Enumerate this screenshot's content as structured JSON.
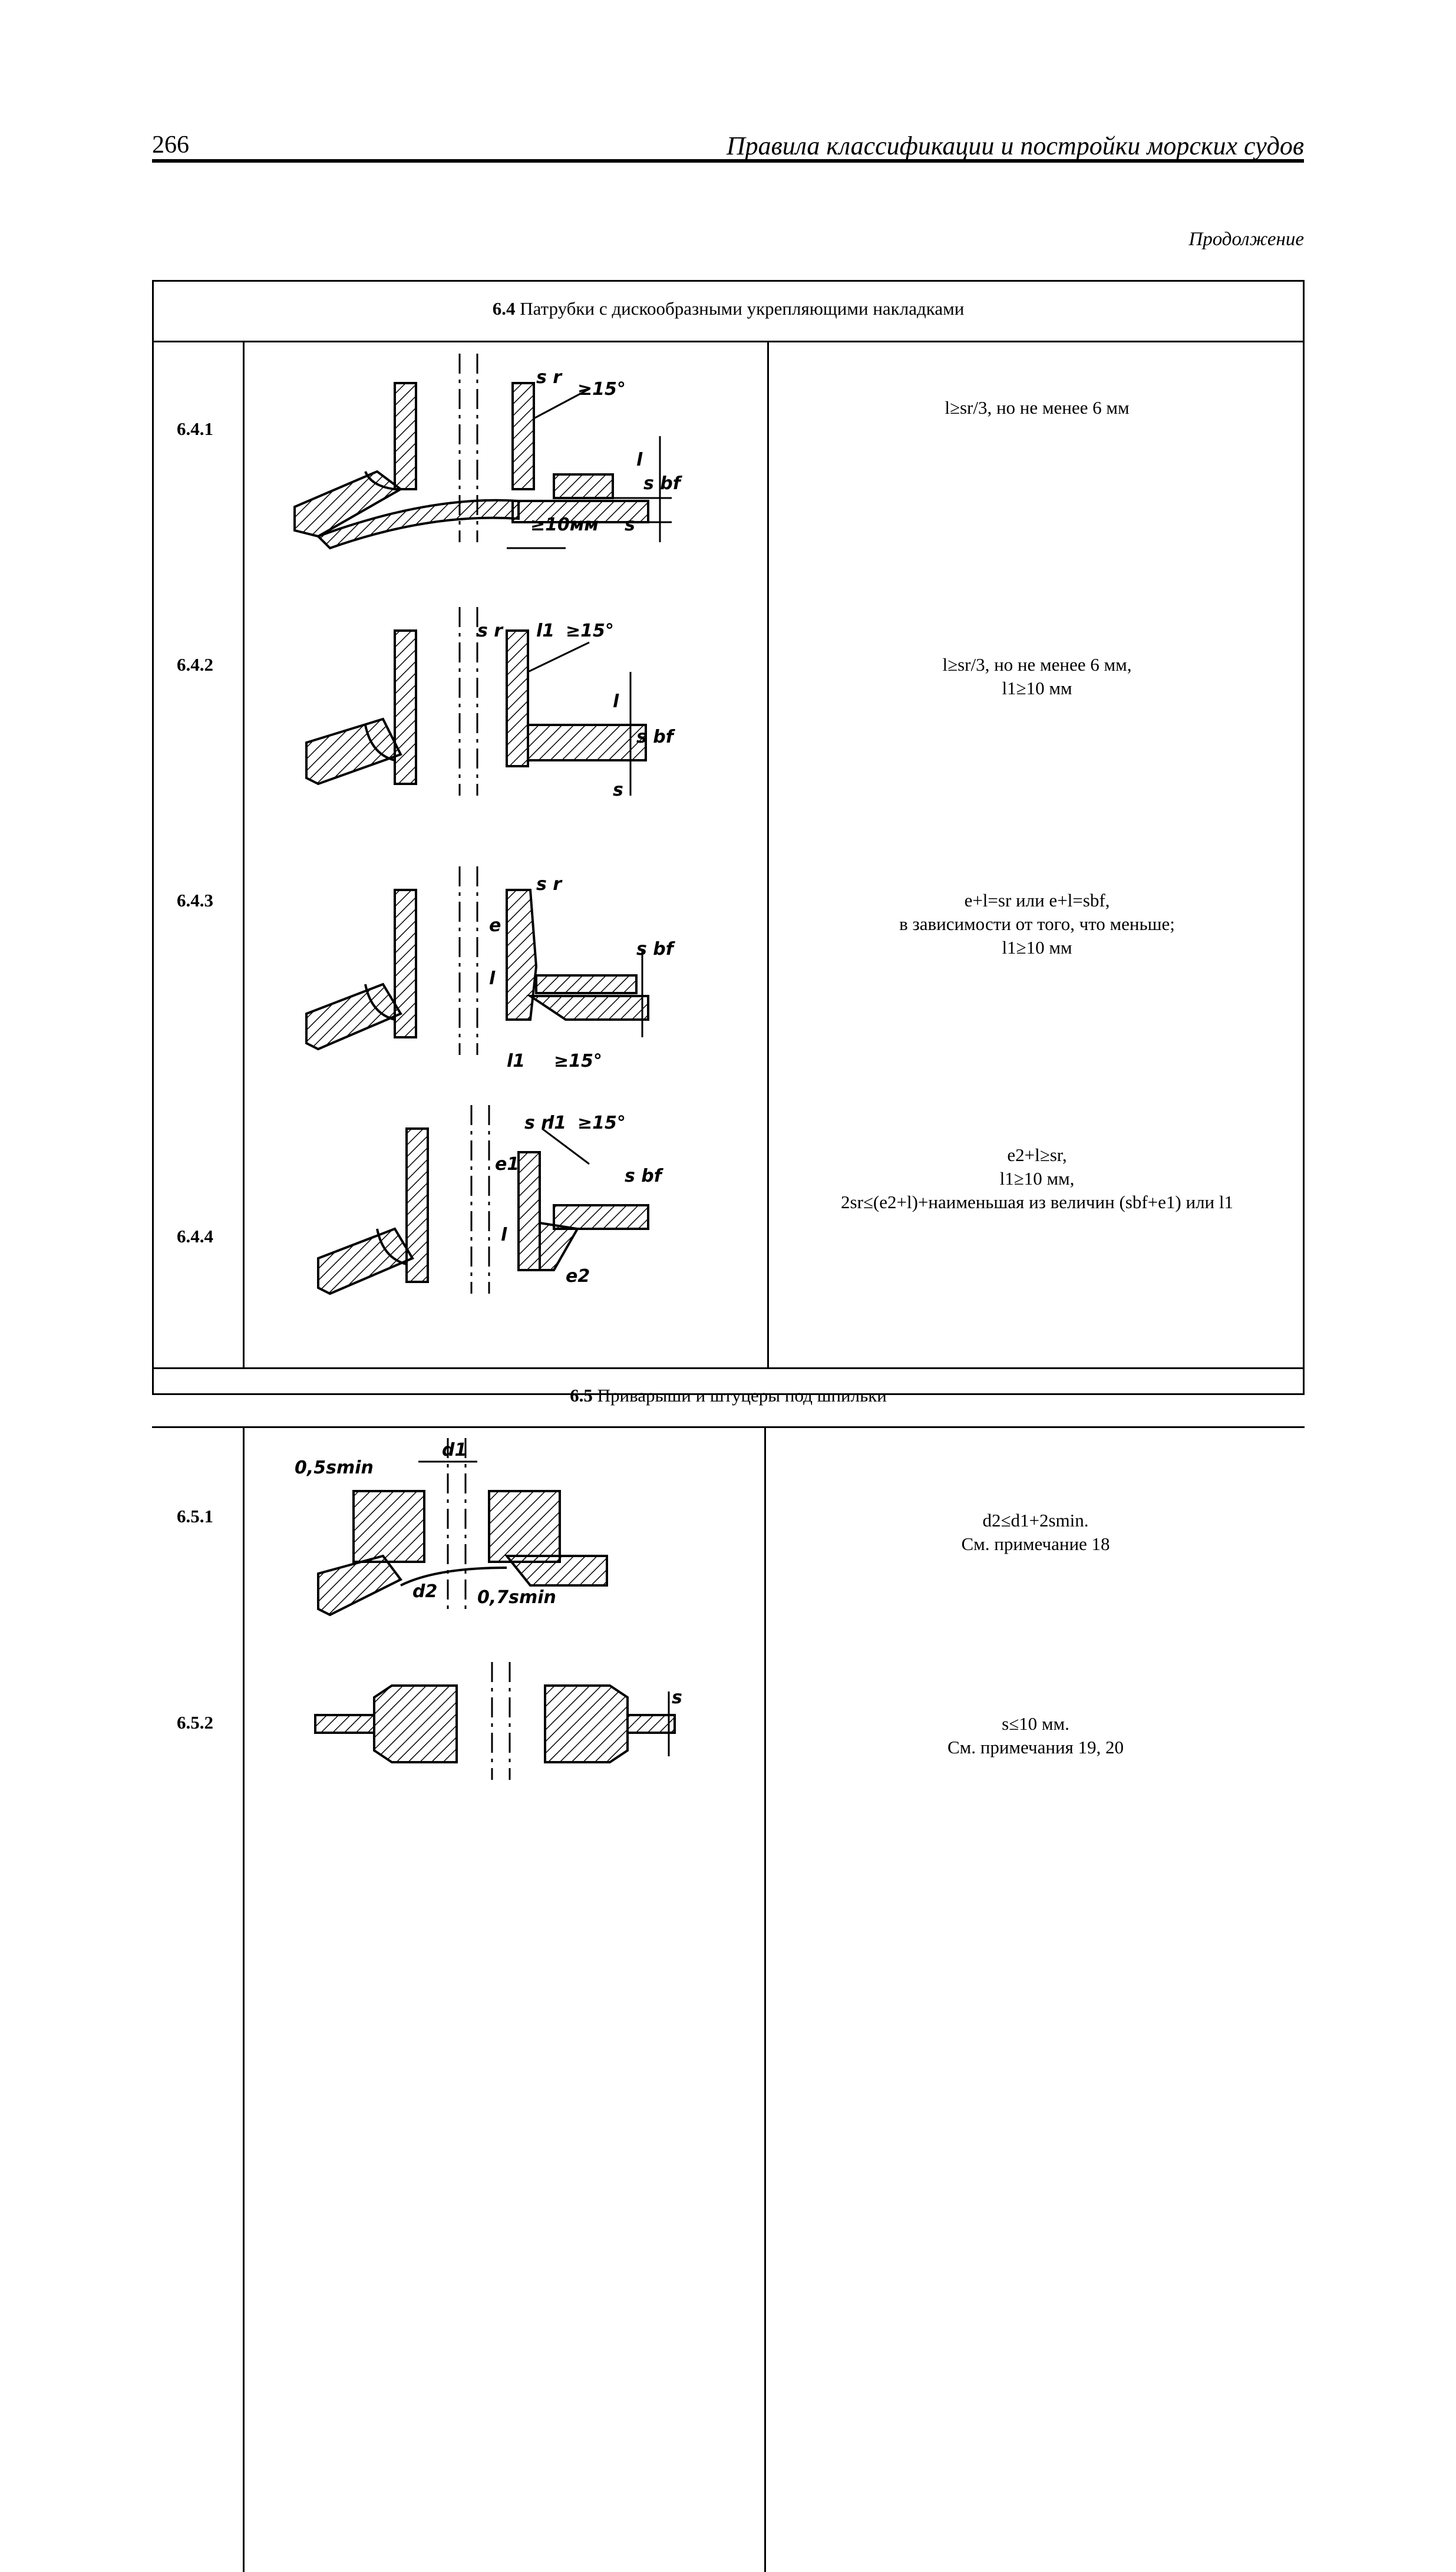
{
  "header": {
    "page_number": "266",
    "running_title": "Правила классификации и постройки морских судов",
    "continuation": "Продолжение"
  },
  "sections": [
    {
      "number": "6.4",
      "title": "Патрубки с дискообразными укрепляющими накладками",
      "rows": [
        {
          "id": "6.4.1",
          "figure_labels": [
            "s r",
            "≥15°",
            "l",
            "s bf",
            "≥10мм",
            "s"
          ],
          "requirements": [
            "l≥sr/3, но не менее 6 мм"
          ]
        },
        {
          "id": "6.4.2",
          "figure_labels": [
            "s r",
            "l1",
            "≥15°",
            "l",
            "s bf",
            "s"
          ],
          "requirements": [
            "l≥sr/3, но не менее 6 мм,",
            "l1≥10 мм"
          ]
        },
        {
          "id": "6.4.3",
          "figure_labels": [
            "s r",
            "e",
            "l",
            "s bf",
            "l1",
            "≥15°"
          ],
          "requirements": [
            "e+l=sr или e+l=sbf,",
            "в зависимости от того, что меньше;",
            "l1≥10 мм"
          ]
        },
        {
          "id": "6.4.4",
          "figure_labels": [
            "s r",
            "l1",
            "≥15°",
            "e1",
            "s bf",
            "l",
            "e2"
          ],
          "requirements": [
            "e2+l≥sr,",
            "l1≥10 мм,",
            "2sr≤(e2+l)+наименьшая из величин (sbf+e1) или l1"
          ]
        }
      ]
    },
    {
      "number": "6.5",
      "title": "Приварыши и штуцеры под шпильки",
      "rows": [
        {
          "id": "6.5.1",
          "figure_labels": [
            "0,5smin",
            "d1",
            "d2",
            "0,7smin"
          ],
          "requirements": [
            "d2≤d1+2smin.",
            "См. примечание 18"
          ]
        },
        {
          "id": "6.5.2",
          "figure_labels": [
            "s"
          ],
          "requirements": [
            "s≤10 мм.",
            "См. примечания 19, 20"
          ]
        }
      ]
    }
  ]
}
